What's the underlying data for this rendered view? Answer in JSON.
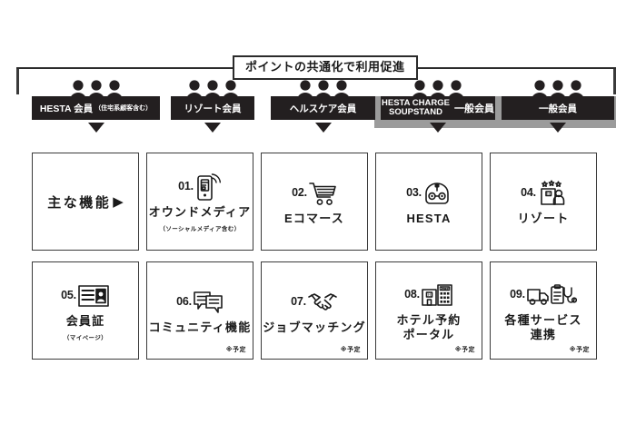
{
  "header": {
    "title": "ポイントの共通化で利用促進",
    "bracket_icon": "bracket-connector"
  },
  "member_tags": [
    {
      "label": "HESTA 会員",
      "sub": "（住宅系顧客含む）",
      "stacked": null,
      "people_icon": "people-group-icon",
      "arrow_icon": "arrow-down-icon",
      "gray_panel": false
    },
    {
      "label": "リゾート会員",
      "sub": "",
      "stacked": null,
      "people_icon": "people-group-icon",
      "arrow_icon": "arrow-down-icon",
      "gray_panel": false
    },
    {
      "label": "ヘルスケア会員",
      "sub": "",
      "stacked": null,
      "people_icon": "people-group-icon",
      "arrow_icon": "arrow-down-icon",
      "gray_panel": false
    },
    {
      "label": "一般会員",
      "sub": "",
      "stacked": "HESTA CHARGE\nSOUPSTAND",
      "stacked_line1": "HESTA CHARGE",
      "stacked_line2": "SOUPSTAND",
      "people_icon": "people-group-icon",
      "arrow_icon": "arrow-down-icon",
      "gray_panel": true
    },
    {
      "label": "一般会員",
      "sub": "",
      "stacked": null,
      "people_icon": "people-group-icon",
      "arrow_icon": "arrow-down-icon",
      "gray_panel": true
    }
  ],
  "cards": [
    {
      "kind": "heading",
      "number": "",
      "icon": "",
      "label": "主な機能",
      "sublabel": "",
      "note": "",
      "arrow_glyph": "▶"
    },
    {
      "kind": "feature",
      "number": "01.",
      "icon": "smartphone-wifi-icon",
      "label": "オウンドメディア",
      "sublabel": "（ソーシャルメディア含む）",
      "note": ""
    },
    {
      "kind": "feature",
      "number": "02.",
      "icon": "shopping-cart-icon",
      "label": "Eコマース",
      "sublabel": "",
      "note": ""
    },
    {
      "kind": "feature",
      "number": "03.",
      "icon": "robot-head-icon",
      "label": "HESTA",
      "sublabel": "",
      "note": ""
    },
    {
      "kind": "feature",
      "number": "04.",
      "icon": "hotel-stars-person-icon",
      "label": "リゾート",
      "sublabel": "",
      "note": ""
    },
    {
      "kind": "feature",
      "number": "05.",
      "icon": "id-card-icon",
      "label": "会員証",
      "sublabel": "（マイページ）",
      "note": ""
    },
    {
      "kind": "feature",
      "number": "06.",
      "icon": "speech-bubbles-icon",
      "label": "コミュニティ機能",
      "sublabel": "",
      "note": "※予定"
    },
    {
      "kind": "feature",
      "number": "07.",
      "icon": "handshake-icon",
      "label": "ジョブマッチング",
      "sublabel": "",
      "note": "※予定"
    },
    {
      "kind": "feature",
      "number": "08.",
      "icon": "hotel-buildings-icon",
      "label": "ホテル予約\nポータル",
      "label_line1": "ホテル予約",
      "label_line2": "ポータル",
      "sublabel": "",
      "note": "※予定"
    },
    {
      "kind": "feature",
      "number": "09.",
      "icon": "truck-clipboard-stethoscope-icon",
      "label": "各種サービス\n連携",
      "label_line1": "各種サービス",
      "label_line2": "連携",
      "sublabel": "",
      "note": "※予定"
    }
  ],
  "colors": {
    "tag_bg": "#231f20",
    "gray_panel": "#9b9b9b",
    "line": "#3a3a3a",
    "background": "#ffffff"
  }
}
